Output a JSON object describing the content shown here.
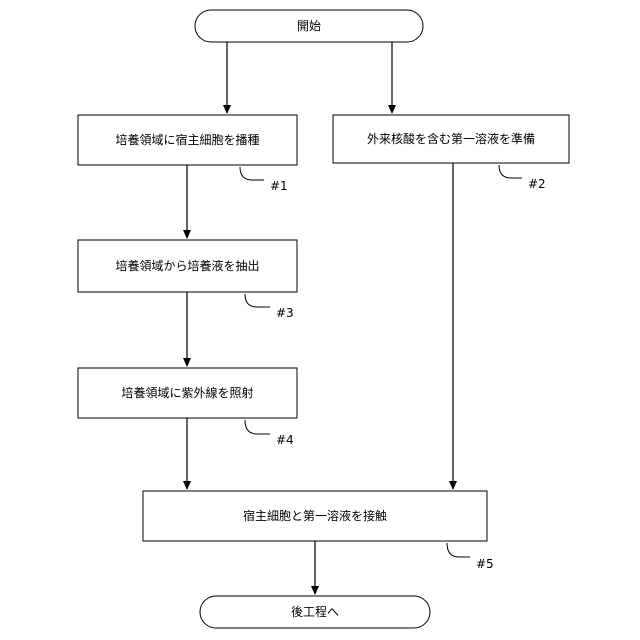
{
  "nodes": {
    "start": "開始",
    "step1": "培養領域に宿主細胞を播種",
    "step2": "外来核酸を含む第一溶液を準備",
    "step3": "培養領域から培養液を抽出",
    "step4": "培養領域に紫外線を照射",
    "step5": "宿主細胞と第一溶液を接触",
    "end": "後工程へ"
  },
  "step_tags": {
    "t1": "#1",
    "t2": "#2",
    "t3": "#3",
    "t4": "#4",
    "t5": "#5"
  },
  "colors": {
    "stroke": "#000000",
    "fill": "#ffffff",
    "text": "#000000"
  }
}
